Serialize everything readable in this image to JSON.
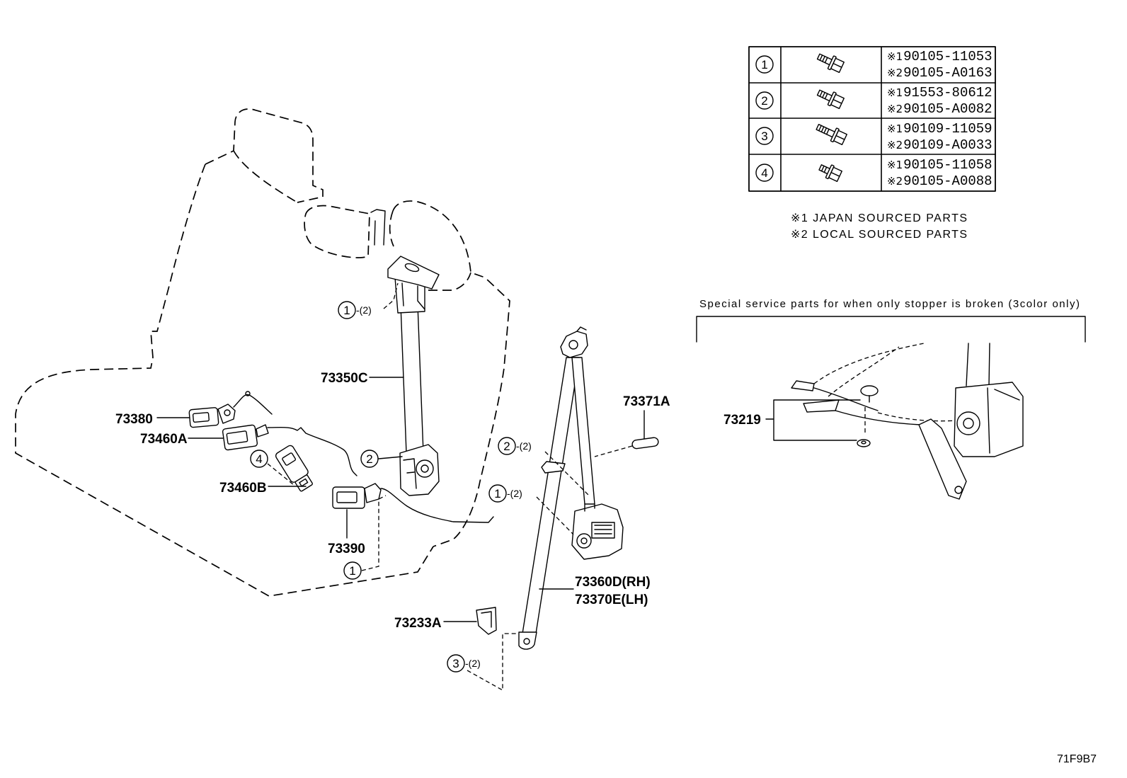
{
  "table": {
    "icon": "bolt-icon",
    "rows": [
      {
        "num": "1",
        "parts": [
          {
            "mark": "※1",
            "number": "90105-11053"
          },
          {
            "mark": "※2",
            "number": "90105-A0163"
          }
        ]
      },
      {
        "num": "2",
        "parts": [
          {
            "mark": "※1",
            "number": "91553-80612"
          },
          {
            "mark": "※2",
            "number": "90105-A0082"
          }
        ]
      },
      {
        "num": "3",
        "parts": [
          {
            "mark": "※1",
            "number": "90109-11059"
          },
          {
            "mark": "※2",
            "number": "90109-A0033"
          }
        ]
      },
      {
        "num": "4",
        "parts": [
          {
            "mark": "※1",
            "number": "90105-11058"
          },
          {
            "mark": "※2",
            "number": "90105-A0088"
          }
        ]
      }
    ]
  },
  "notes": [
    "※1 JAPAN SOURCED PARTS",
    "※2 LOCAL SOURCED PARTS"
  ],
  "special_note": "Special service parts for when only stopper is broken (3color only)",
  "part_labels": {
    "center_belt": "73350C",
    "buckle_73380": "73380",
    "buckle_73460A": "73460A",
    "tongue_73460B": "73460B",
    "buckle_73390": "73390",
    "cover_73371A": "73371A",
    "outer_belt_rh": "73360D(RH)",
    "outer_belt_lh": "73370E(LH)",
    "clip_73233A": "73233A",
    "stopper_73219": "73219"
  },
  "callouts": {
    "upper_1": {
      "num": "1",
      "qty": "-(2)"
    },
    "center_2": {
      "num": "2"
    },
    "buckle_4": {
      "num": "4"
    },
    "lower_1": {
      "num": "1"
    },
    "belt_2": {
      "num": "2",
      "qty": "-(2)"
    },
    "belt_1": {
      "num": "1",
      "qty": "-(2)"
    },
    "anchor_3": {
      "num": "3",
      "qty": "-(2)"
    }
  },
  "figure_code": "71F9B7"
}
